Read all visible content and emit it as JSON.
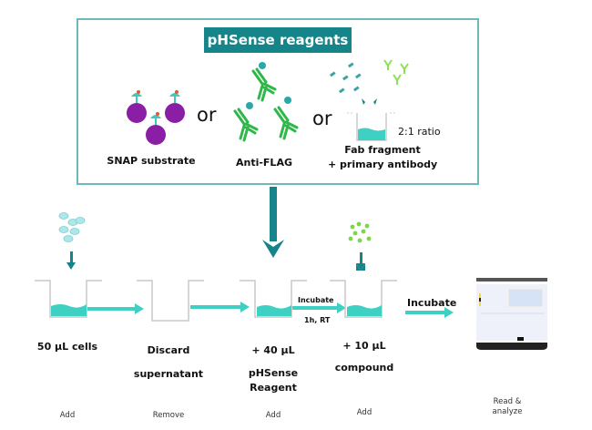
{
  "reagents": {
    "title": "pHSense reagents",
    "or_1": "or",
    "or_2": "or",
    "snap_label": "SNAP substrate",
    "antiflag_label": "Anti-FLAG",
    "fab_label_1": "Fab fragment",
    "fab_label_2": "+ primary antibody",
    "ratio_label": "2:1 ratio"
  },
  "steps": [
    {
      "main": "50 µL cells",
      "sub": "",
      "action": "Add"
    },
    {
      "main": "Discard",
      "sub": "supernatant",
      "action": "Remove"
    },
    {
      "main": "+ 40 µL",
      "sub": "pHSense",
      "sub2": "Reagent",
      "action": "Add"
    },
    {
      "main": "+ 10 µL",
      "sub": "compound",
      "action": "Add"
    },
    {
      "main": "",
      "sub": "",
      "action": "Read &",
      "action2": "analyze"
    }
  ],
  "incubation": {
    "first_label": "Incubate",
    "first_detail": "1h, RT",
    "second_label": "Incubate"
  },
  "colors": {
    "teal_dark": "#16858a",
    "teal_liquid": "#3fd0c4",
    "purple": "#8a1fa6",
    "green_antibody": "#2eb84a",
    "green_light": "#8be05a",
    "box_border": "#6fb8b8"
  }
}
